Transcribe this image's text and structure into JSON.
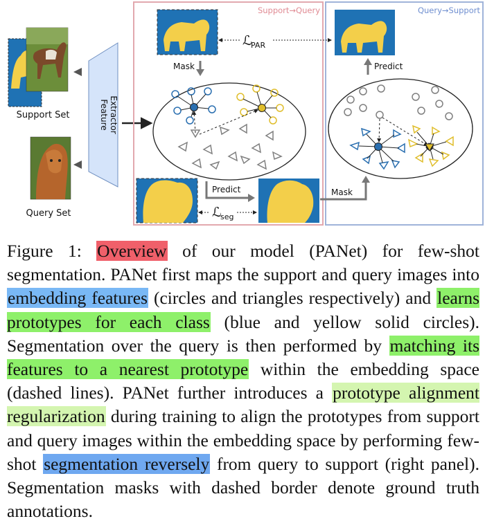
{
  "figure": {
    "support_set_label": "Support Set",
    "query_set_label": "Query Set",
    "feature_extractor_label": [
      "Feature",
      "Extractor"
    ],
    "support_to_query_title": "Support→Query",
    "query_to_support_title": "Query→Support",
    "mask_label_top": "Mask",
    "predict_label_bottom": "Predict",
    "predict_label_right": "Predict",
    "mask_label_bottom": "Mask",
    "loss_par": {
      "symbol": "ℒ",
      "sub": "PAR"
    },
    "loss_seg": {
      "symbol": "ℒ",
      "sub": "seg"
    },
    "colors": {
      "support_query_border": "#e2a8ae",
      "query_support_border": "#9fb3d9",
      "mask_background": "#1f72b4",
      "mask_foreground": "#f3cf4a",
      "blue_feature": "#2a6fb0",
      "yellow_feature": "#e0be2c",
      "gray_feature": "#7f7f7f",
      "extractor_fill": "#d5e4fa"
    }
  },
  "caption": {
    "lead": "Figure 1: ",
    "overview": "Overview",
    "t1": " of our model (PANet) for few-shot segmentation. PANet first maps the support and query images into ",
    "embedding_features": "embedding features",
    "t2": " (circles and triangles respectively) and ",
    "learns_prototypes": "learns prototypes for each class",
    "t3": " (blue and yellow solid circles). Segmentation over the query is then performed by ",
    "matching": "matching its features to a nearest prototype",
    "t4": " within the embedding space (dashed lines). PANet further introduces a ",
    "alignment": "prototype alignment regularization",
    "t5": " during training to align the prototypes from support and query images within the embedding space by performing few-shot ",
    "seg_reversely": "segmentation reversely",
    "t6": " from query to support (right panel). Segmentation masks with dashed border denote ground truth annotations."
  }
}
